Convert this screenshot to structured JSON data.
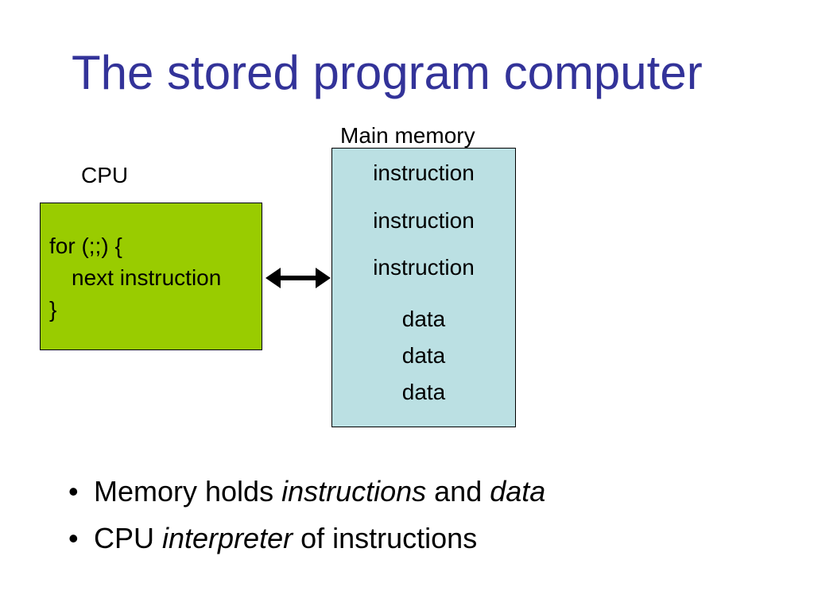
{
  "title": "The stored program computer",
  "cpu": {
    "label": "CPU",
    "code": [
      "for (;;) {",
      "next instruction",
      "}"
    ],
    "color": "#99cc00"
  },
  "memory": {
    "label": "Main memory",
    "items": [
      "instruction",
      "instruction",
      "instruction",
      "data",
      "data",
      "data"
    ],
    "color": "#bbe0e3"
  },
  "connector": {
    "type": "double-arrow",
    "icon": "double-arrow-icon"
  },
  "bullets": [
    {
      "parts": [
        "Memory holds ",
        "instructions",
        " and ",
        "data"
      ]
    },
    {
      "parts": [
        "CPU ",
        "interpreter",
        " of instructions"
      ]
    }
  ],
  "colors": {
    "title": "#333399"
  }
}
